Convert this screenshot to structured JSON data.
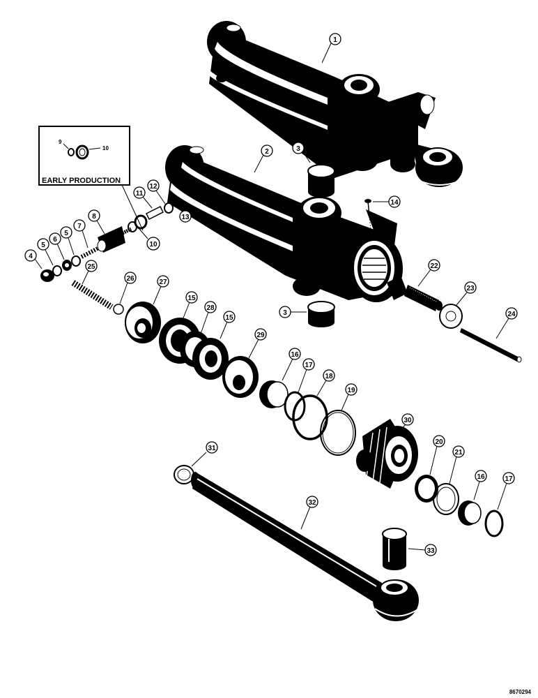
{
  "inset": {
    "title": "EARLY PRODUCTION",
    "parts": [
      "9",
      "10"
    ]
  },
  "callouts": [
    "1",
    "2",
    "3",
    "3",
    "4",
    "5",
    "5",
    "6",
    "7",
    "8",
    "10",
    "11",
    "12",
    "13",
    "14",
    "15",
    "15",
    "16",
    "16",
    "17",
    "17",
    "18",
    "19",
    "20",
    "21",
    "22",
    "23",
    "24",
    "25",
    "26",
    "27",
    "28",
    "29",
    "30",
    "31",
    "32",
    "33"
  ],
  "callout_10_variant": "10",
  "drawing_code": "8670294"
}
